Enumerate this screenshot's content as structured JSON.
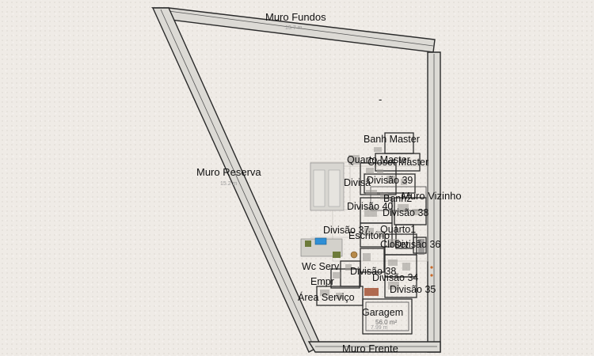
{
  "floorplan": {
    "walls": {
      "back": "Muro Fundos",
      "back_dim": "13.7 m",
      "reserve": "Muro Reserva",
      "reserve_dim": "15.2 m",
      "neighbor": "Muro Vizinho",
      "front": "Muro Frente"
    },
    "rooms": {
      "banh_master": "Banh Master",
      "closet_master": "Closet Master",
      "quarto_master": "Quarto Master",
      "divisao_39": "Divisão 39",
      "divisao_short": "Divisã",
      "banh2": "Banh2",
      "divisao_40": "Divisão 40",
      "divisao_38a": "Divisão 38",
      "divisao_37": "Divisão 37",
      "quarto1": "Quarto1",
      "escritorio": "Escritório",
      "closet": "Closet",
      "divisao_36": "Divisão 36",
      "wc_serv": "Wc Serv",
      "divisao_38b": "Divisão 38",
      "divisao_34": "Divisão 34",
      "empr": "Empr",
      "divisao_35": "Divisão 35",
      "area_servico": "Área Serviço",
      "garagem": "Garagem",
      "garagem_area": "56.0 m²",
      "garagem_dim": "7.99 m"
    },
    "marker": "-",
    "colors": {
      "wall_fill": "#dcdad5",
      "wall_stroke": "#2a2a2a",
      "pool": "#2f8fd6",
      "background": "#efebe6"
    }
  }
}
